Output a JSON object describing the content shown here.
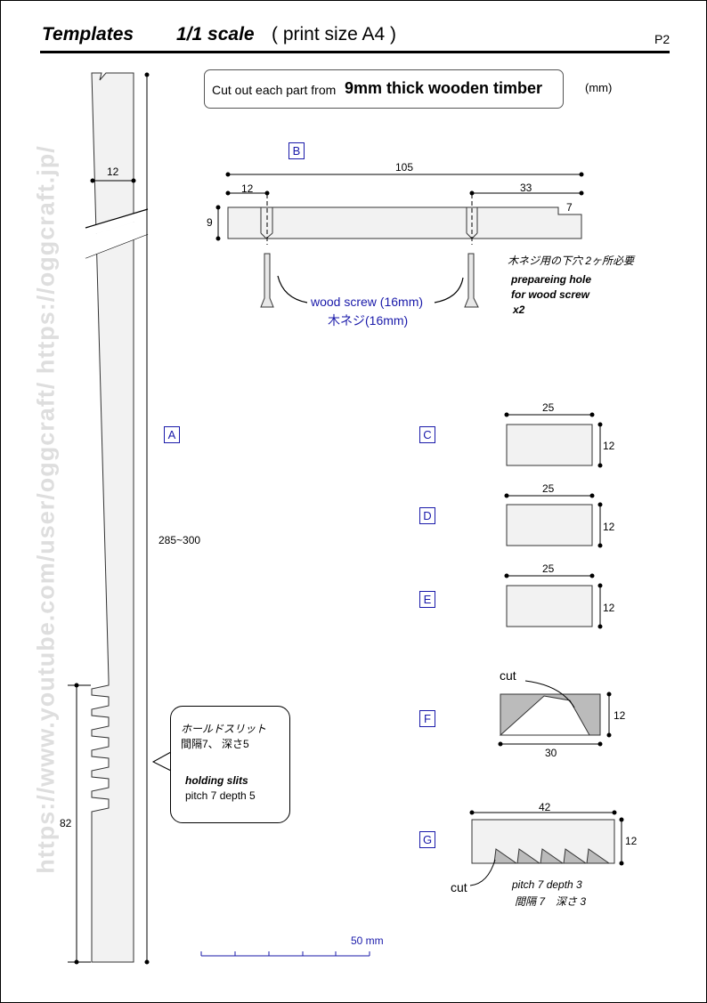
{
  "header": {
    "title": "Templates",
    "scale": "1/1 scale",
    "print_size": "( print size A4 )",
    "page": "P2"
  },
  "watermark": "https://www.youtube.com/user/oggcraft/    https://oggcraft.jp/",
  "instruction": {
    "prefix": "Cut out each part from",
    "emphasis": "9mm thick wooden timber",
    "unit": "(mm)"
  },
  "parts": {
    "A": {
      "label": "A",
      "width": "12",
      "length": "285~300",
      "slit_span": "82"
    },
    "B": {
      "label": "B",
      "length": "105",
      "left": "12",
      "right": "33",
      "height": "9",
      "notch": "7",
      "screw_en": "wood screw (16mm)",
      "screw_jp": "木ネジ(16mm)",
      "hole_jp": "木ネジ用の下穴 2ヶ所必要",
      "hole_en_1": "prepareing hole",
      "hole_en_2": "for wood screw",
      "hole_en_3": "x2"
    },
    "C": {
      "label": "C",
      "width": "25",
      "height": "12"
    },
    "D": {
      "label": "D",
      "width": "25",
      "height": "12"
    },
    "E": {
      "label": "E",
      "width": "25",
      "height": "12"
    },
    "F": {
      "label": "F",
      "width": "30",
      "height": "12",
      "cut": "cut"
    },
    "G": {
      "label": "G",
      "width": "42",
      "height": "12",
      "cut": "cut",
      "pitch_en": "pitch 7   depth 3",
      "pitch_jp": "間隔 7　深さ 3"
    }
  },
  "bubble": {
    "jp_1": "ホールドスリット",
    "jp_2": "間隔7、 深さ5",
    "en_1": "holding slits",
    "en_2": "pitch 7  depth 5"
  },
  "scale_bar": {
    "label": "50 mm"
  },
  "colors": {
    "accent": "#1a1aaa",
    "part_fill": "#f2f2f2",
    "shade": "#bbbbbb",
    "watermark": "#dedede"
  }
}
